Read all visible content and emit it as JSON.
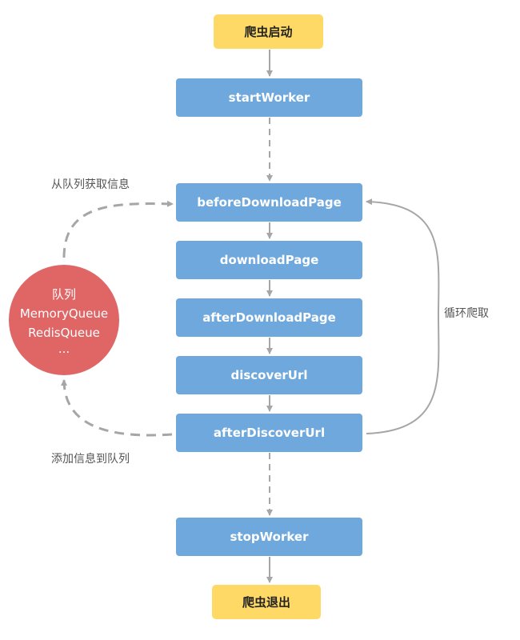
{
  "colors": {
    "step": "#6fa8dc",
    "terminal": "#ffd966",
    "queue": "#e06666",
    "edge": "#a6a6a6"
  },
  "nodes": {
    "spider_start": "爬虫启动",
    "start_worker": "startWorker",
    "before_download_page": "beforeDownloadPage",
    "download_page": "downloadPage",
    "after_download_page": "afterDownloadPage",
    "discover_url": "discoverUrl",
    "after_discover_url": "afterDiscoverUrl",
    "stop_worker": "stopWorker",
    "spider_exit": "爬虫退出"
  },
  "queue": {
    "title": "队列",
    "items": [
      "MemoryQueue",
      "RedisQueue",
      "..."
    ]
  },
  "labels": {
    "get_from_queue": "从队列获取信息",
    "add_to_queue": "添加信息到队列",
    "loop_crawl": "循环爬取"
  }
}
